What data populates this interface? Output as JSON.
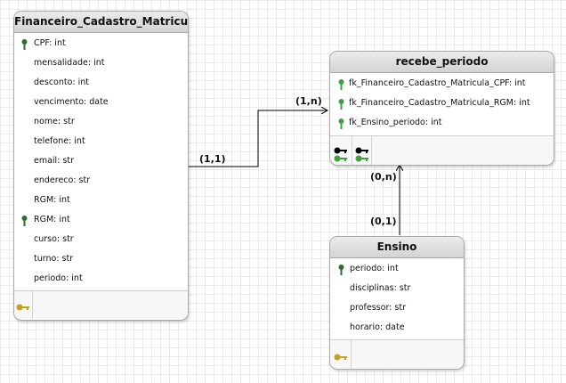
{
  "tables": {
    "financeiro": {
      "title": "Financeiro_Cadastro_Matricula",
      "fields": [
        {
          "text": "CPF: int",
          "key": "primary"
        },
        {
          "text": "mensalidade: int",
          "key": "none"
        },
        {
          "text": "desconto: int",
          "key": "none"
        },
        {
          "text": "vencimento: date",
          "key": "none"
        },
        {
          "text": "nome: str",
          "key": "none"
        },
        {
          "text": "telefone: int",
          "key": "none"
        },
        {
          "text": "email: str",
          "key": "none"
        },
        {
          "text": "endereco: str",
          "key": "none"
        },
        {
          "text": "RGM: int",
          "key": "none"
        },
        {
          "text": "RGM: int",
          "key": "primary"
        },
        {
          "text": "curso: str",
          "key": "none"
        },
        {
          "text": "turno: str",
          "key": "none"
        },
        {
          "text": "periodo: int",
          "key": "none"
        }
      ]
    },
    "recebe_periodo": {
      "title": "recebe_periodo",
      "fields": [
        {
          "text": "fk_Financeiro_Cadastro_Matricula_CPF: int",
          "key": "foreign"
        },
        {
          "text": "fk_Financeiro_Cadastro_Matricula_RGM: int",
          "key": "foreign"
        },
        {
          "text": "fk_Ensino_periodo: int",
          "key": "foreign"
        }
      ]
    },
    "ensino": {
      "title": "Ensino",
      "fields": [
        {
          "text": "periodo: int",
          "key": "primary"
        },
        {
          "text": "disciplinas: str",
          "key": "none"
        },
        {
          "text": "professor: str",
          "key": "none"
        },
        {
          "text": "horario: date",
          "key": "none"
        }
      ]
    }
  },
  "relationships": [
    {
      "from_label": "(1,1)",
      "to_label": "(1,n)"
    },
    {
      "from_label": "(0,1)",
      "to_label": "(0,n)"
    }
  ],
  "colors": {
    "key_primary": "#2a6e2a",
    "key_foreign": "#3fa13f",
    "footer_key": "#c8a020",
    "line": "#000000"
  }
}
